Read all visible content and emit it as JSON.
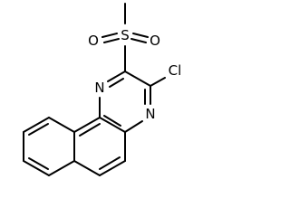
{
  "molecule": {
    "atoms": {
      "sulfur": "S",
      "oxygen_left": "O",
      "oxygen_right": "O",
      "chlorine": "Cl",
      "nitrogen_top": "N",
      "nitrogen_bottom": "N"
    }
  }
}
